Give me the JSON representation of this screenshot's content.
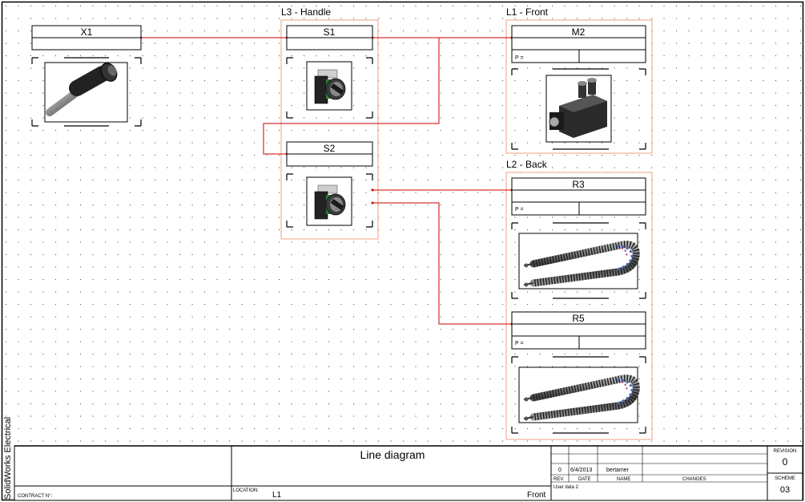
{
  "sheet_brand": "SolidWorks Electrical",
  "locations": {
    "handle": "L3 - Handle",
    "front": "L1 - Front",
    "back": "L2 - Back"
  },
  "components": {
    "x1": {
      "tag": "X1",
      "icon": "connector-cable-icon"
    },
    "s1": {
      "tag": "S1",
      "icon": "key-switch-icon"
    },
    "s2": {
      "tag": "S2",
      "icon": "key-switch-icon"
    },
    "m2": {
      "tag": "M2",
      "p_label": "P =",
      "icon": "servo-motor-icon"
    },
    "r3": {
      "tag": "R3",
      "p_label": "P =",
      "icon": "heating-element-icon"
    },
    "r5": {
      "tag": "R5",
      "p_label": "P =",
      "icon": "heating-element-icon"
    }
  },
  "colors": {
    "wire": "#cc0000",
    "location_frame": "#f0a080",
    "grid_dot": "#555555",
    "border": "#000000"
  },
  "title_block": {
    "drawing_title": "Line diagram",
    "contract_label": "CONTRACT N°:",
    "location_label": "LOCATION:",
    "location_value": "L1",
    "front_value": "Front",
    "rev_value": "0",
    "date_value": "6/4/2013",
    "name_value": "bertamer",
    "rev_header": "REV.",
    "date_header": "DATE",
    "name_header": "NAME",
    "changes_header": "CHANGES",
    "user_data": "User data 2",
    "revision_label": "REVISION",
    "revision_value": "0",
    "scheme_label": "SCHEME",
    "scheme_value": "03"
  }
}
